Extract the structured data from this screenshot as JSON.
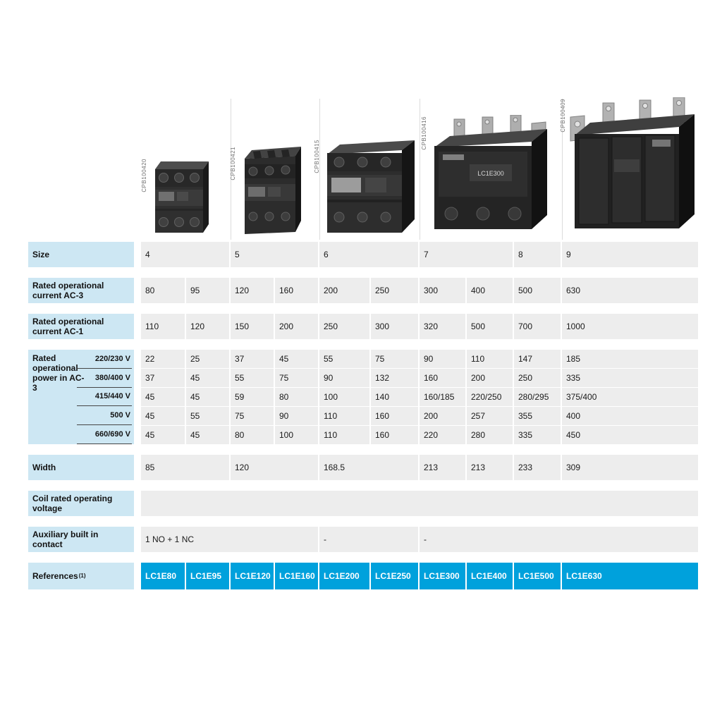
{
  "colors": {
    "label_bg": "#cde7f3",
    "cell_bg": "#ededed",
    "references_bg": "#00a1dc",
    "references_text": "#ffffff"
  },
  "products": [
    {
      "photo_ref": "CPB100420"
    },
    {
      "photo_ref": "CPB100421"
    },
    {
      "photo_ref": "CPB100415"
    },
    {
      "photo_ref": "CPB100416",
      "front_label": "LC1E300"
    },
    {
      "photo_ref": "CPB100409"
    }
  ],
  "table": {
    "size": {
      "label": "Size",
      "values": [
        "4",
        "5",
        "6",
        "7",
        "8",
        "9"
      ]
    },
    "current_ac3": {
      "label": "Rated operational current AC-3",
      "values": [
        "80",
        "95",
        "120",
        "160",
        "200",
        "250",
        "300",
        "400",
        "500",
        "630"
      ]
    },
    "current_ac1": {
      "label": "Rated operational current AC-1",
      "values": [
        "110",
        "120",
        "150",
        "200",
        "250",
        "300",
        "320",
        "500",
        "700",
        "1000"
      ]
    },
    "power": {
      "label": "Rated operational power in AC-3",
      "sub_rows": [
        {
          "voltage": "220/230 V",
          "values": [
            "22",
            "25",
            "37",
            "45",
            "55",
            "75",
            "90",
            "110",
            "147",
            "185"
          ]
        },
        {
          "voltage": "380/400 V",
          "values": [
            "37",
            "45",
            "55",
            "75",
            "90",
            "132",
            "160",
            "200",
            "250",
            "335"
          ]
        },
        {
          "voltage": "415/440 V",
          "values": [
            "45",
            "45",
            "59",
            "80",
            "100",
            "140",
            "160/185",
            "220/250",
            "280/295",
            "375/400"
          ]
        },
        {
          "voltage": "500 V",
          "values": [
            "45",
            "55",
            "75",
            "90",
            "110",
            "160",
            "200",
            "257",
            "355",
            "400"
          ]
        },
        {
          "voltage": "660/690 V",
          "values": [
            "45",
            "45",
            "80",
            "100",
            "110",
            "160",
            "220",
            "280",
            "335",
            "450"
          ]
        }
      ]
    },
    "width": {
      "label": "Width",
      "values": [
        "85",
        "120",
        "168.5",
        "213",
        "213",
        "233",
        "309"
      ]
    },
    "coil": {
      "label": "Coil rated operating voltage",
      "value": ""
    },
    "auxiliary": {
      "label": "Auxiliary built in contact",
      "values": [
        "1 NO + 1 NC",
        "-",
        "-"
      ]
    },
    "references": {
      "label": "References",
      "note": "(1)",
      "values": [
        "LC1E80",
        "LC1E95",
        "LC1E120",
        "LC1E160",
        "LC1E200",
        "LC1E250",
        "LC1E300",
        "LC1E400",
        "LC1E500",
        "LC1E630"
      ]
    }
  }
}
